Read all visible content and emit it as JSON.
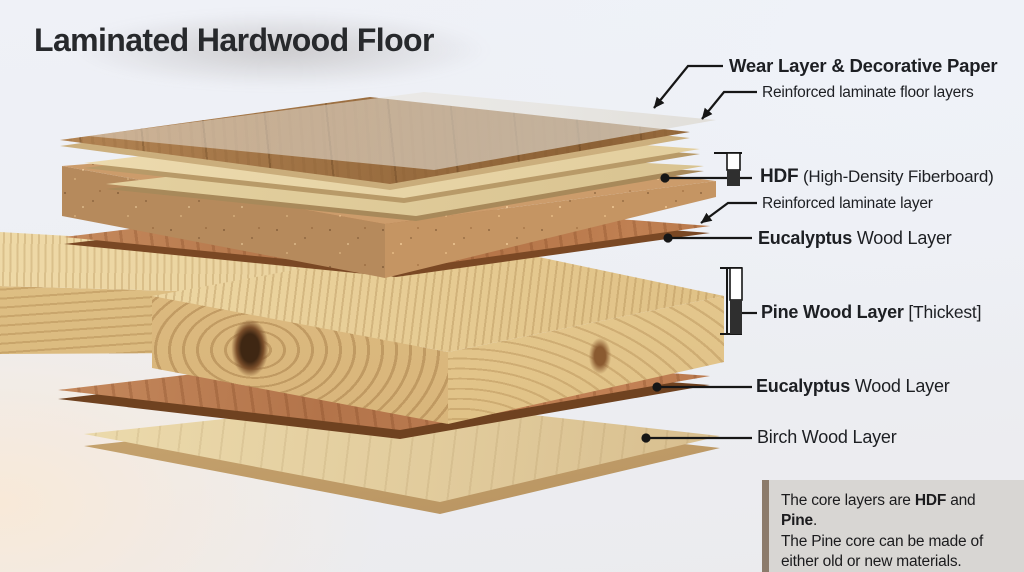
{
  "title": "Laminated Hardwood Floor",
  "labels": {
    "wear": {
      "text": "Wear Layer & Decorative Paper"
    },
    "reinforced_floor": {
      "text": "Reinforced laminate floor layers"
    },
    "hdf": {
      "bold": "HDF",
      "rest": " (High-Density Fiberboard)"
    },
    "reinforced_laminate": {
      "text": "Reinforced laminate layer"
    },
    "eucalyptus_upper": {
      "bold": "Eucalyptus",
      "rest": " Wood Layer"
    },
    "pine": {
      "bold": "Pine Wood Layer",
      "rest": " [Thickest]"
    },
    "eucalyptus_lower": {
      "bold": "Eucalyptus",
      "rest": " Wood Layer"
    },
    "birch": {
      "text": "Birch Wood Layer"
    }
  },
  "note": {
    "prefix": "The core layers are ",
    "bold1": "HDF",
    "mid": " and ",
    "bold2": "Pine",
    "suffix": ".",
    "line2": "The Pine core can be made of",
    "line3": "either old or new materials."
  },
  "colors": {
    "background_top": "#eff1f7",
    "background_bottom_left": "#f8e9d8",
    "annotation_line": "#161616",
    "text": "#1d1f23",
    "note_background": "#d8d6d3",
    "note_accent_bar": "#8c7b6b",
    "wear_sheet": "#d9d5cb",
    "decorative_sheet": "#9f7244",
    "laminate_sheet": "#e2cf9f",
    "hdf_fiberboard": "#c09468",
    "eucalyptus": "#b3744a",
    "pine": "#ddbc82",
    "birch": "#dcc394"
  }
}
